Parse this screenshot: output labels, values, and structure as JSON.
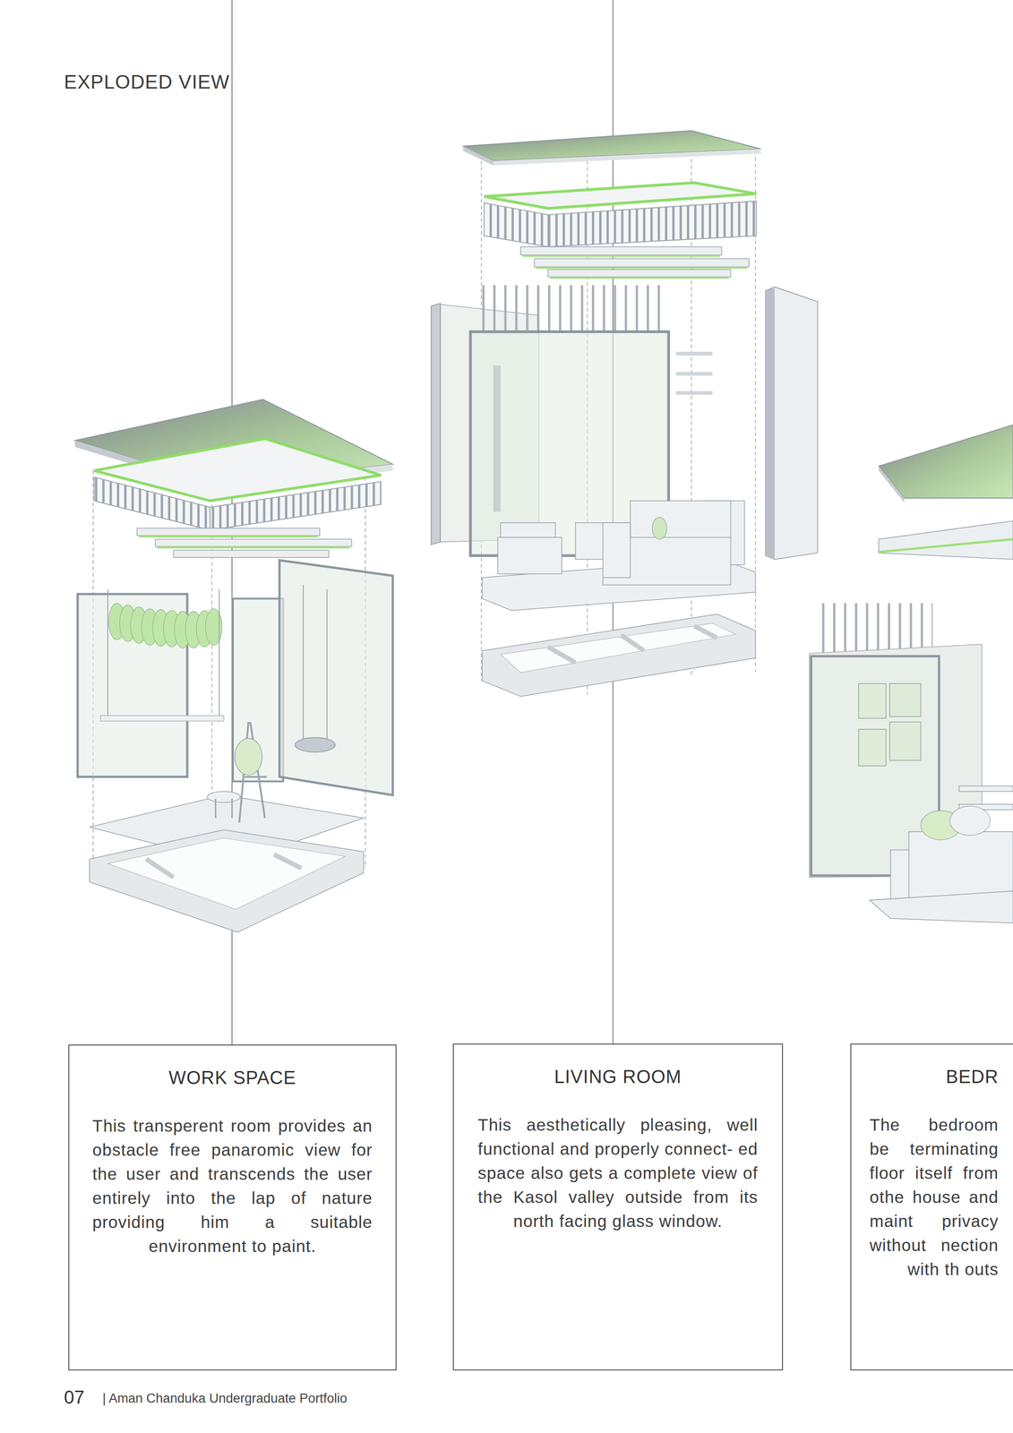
{
  "diagram": {
    "title": "EXPLODED VIEW",
    "nodes": [
      {
        "text": [
          "WORK SPACE",
          "This transperent room provides an obstacle free panaromic view for the user and transcends the user entirely into the lap of nature providing him a suitable environment to paint."
        ]
      },
      {
        "text": [
          "LIVING ROOM",
          "This aesthetically pleasing, well functional and properly connect- ed space also gets a complete view of the Kasol valley outside from its north facing glass window."
        ]
      },
      {
        "text": [
          "BEDR",
          "The bedroom be terminating floor itself from othe house and maint privacy without nection with th outs"
        ]
      }
    ],
    "labels": [
      "07",
      "| Aman Chanduka Undergraduate Portfolio"
    ]
  }
}
